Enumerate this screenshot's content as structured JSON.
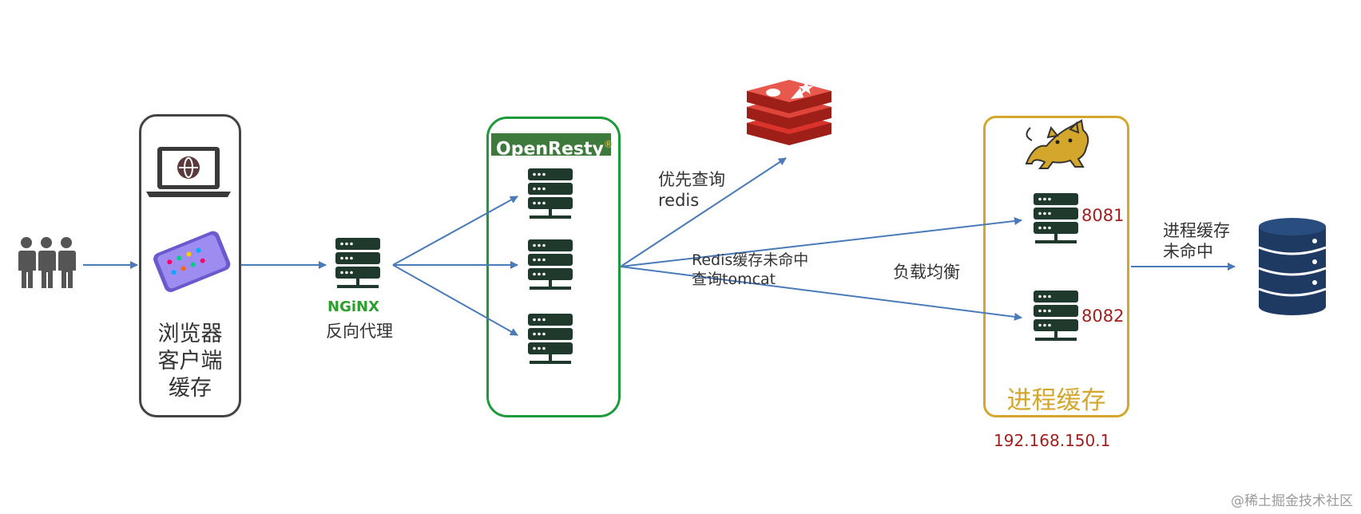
{
  "client": {
    "label_lines": [
      "浏览器",
      "客户端",
      "缓存"
    ]
  },
  "nginx": {
    "logo_text": "NGiNX",
    "label": "反向代理"
  },
  "openresty": {
    "logo_text": "OpenResty",
    "logo_mark": "®"
  },
  "redis": {
    "label_lines": [
      "优先查询",
      "redis"
    ]
  },
  "miss": {
    "label_lines": [
      "Redis缓存未命中",
      "查询tomcat"
    ]
  },
  "load_balance": {
    "label": "负载均衡"
  },
  "tomcat": {
    "label": "进程缓存",
    "ip": "192.168.150.1",
    "ports": [
      "8081",
      "8082"
    ]
  },
  "process_miss": {
    "label_lines": [
      "进程缓存",
      "未命中"
    ]
  },
  "watermark": "@稀土掘金技术社区",
  "colors": {
    "arrow": "#4a7ab8",
    "server": "#1f3a2c",
    "client_border": "#444444",
    "openresty_border": "#1d9a3a",
    "tomcat_border": "#d4a72c",
    "port_text": "#a31f1f",
    "db": "#1e3a63",
    "redis": "#d9332b"
  }
}
